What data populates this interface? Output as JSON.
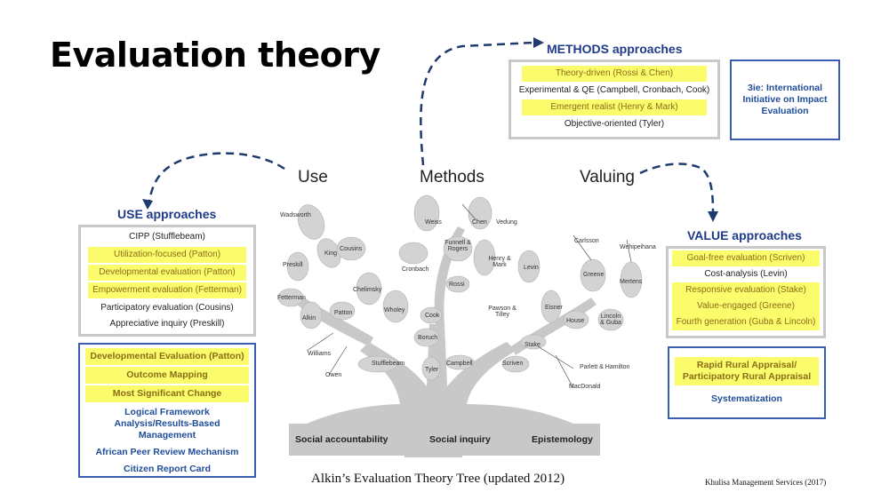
{
  "title": "Evaluation theory",
  "tree": {
    "branches": [
      "Use",
      "Methods",
      "Valuing"
    ],
    "ground": [
      "Social accountability",
      "Social inquiry",
      "Epistemology"
    ],
    "names": [
      "Wadsworth",
      "King",
      "Cousins",
      "Preskill",
      "Chelimsky",
      "Fetterman",
      "Patton",
      "Alkin",
      "Wholey",
      "Williams",
      "Owen",
      "Stufflebeam",
      "Weiss",
      "Chen",
      "Vedung",
      "Funnell & Rogers",
      "Henry & Mark",
      "Cronbach",
      "Rossi",
      "Pawson & Tilley",
      "Cook",
      "Boruch",
      "Tyler",
      "Campbell",
      "Levin",
      "Carlsson",
      "Wehipeihana",
      "Greene",
      "Mertens",
      "Eisner",
      "House",
      "Lincoln & Guba",
      "Stake",
      "Scriven",
      "Parlett & Hamilton",
      "MacDonald"
    ]
  },
  "methods": {
    "heading": "METHODS approaches",
    "items": [
      {
        "text": "Theory-driven (Rossi & Chen)",
        "highlight": true
      },
      {
        "text": "Experimental & QE (Campbell, Cronbach, Cook)",
        "highlight": false
      },
      {
        "text": "Emergent realist (Henry & Mark)",
        "highlight": true
      },
      {
        "text": "Objective-oriented (Tyler)",
        "highlight": false
      }
    ],
    "extra": "3ie: International Initiative on Impact Evaluation"
  },
  "use": {
    "heading": "USE approaches",
    "items": [
      {
        "text": "CIPP (Stufflebeam)",
        "highlight": false
      },
      {
        "text": "Utilization-focused (Patton)",
        "highlight": true
      },
      {
        "text": "Developmental evaluation (Patton)",
        "highlight": true
      },
      {
        "text": "Empowerment evaluation (Fetterman)",
        "highlight": true
      },
      {
        "text": "Participatory evaluation (Cousins)",
        "highlight": false
      },
      {
        "text": "Appreciative inquiry (Preskill)",
        "highlight": false
      }
    ],
    "extra": [
      {
        "text": "Developmental Evaluation (Patton)",
        "highlight": true
      },
      {
        "text": "Outcome Mapping",
        "highlight": true
      },
      {
        "text": "Most Significant Change",
        "highlight": true
      },
      {
        "text": "Logical Framework Analysis/Results-Based Management",
        "highlight": false
      },
      {
        "text": "African Peer Review Mechanism",
        "highlight": false
      },
      {
        "text": "Citizen Report Card",
        "highlight": false
      }
    ]
  },
  "value": {
    "heading": "VALUE approaches",
    "items": [
      {
        "text": "Goal-free evaluation (Scriven)",
        "highlight": true
      },
      {
        "text": "Cost-analysis (Levin)",
        "highlight": false
      },
      {
        "text": "Responsive evaluation (Stake)",
        "highlight": true
      },
      {
        "text": "Value-engaged (Greene)",
        "highlight": true
      },
      {
        "text": "Fourth generation (Guba & Lincoln)",
        "highlight": true
      }
    ],
    "extra": [
      {
        "text": "Rapid Rural Appraisal/ Participatory Rural Appraisal",
        "highlight": true
      },
      {
        "text": "Systematization",
        "highlight": false
      }
    ]
  },
  "caption": "Alkin’s Evaluation Theory Tree (updated 2012)",
  "credit": "Khulisa Management Services (2017)"
}
